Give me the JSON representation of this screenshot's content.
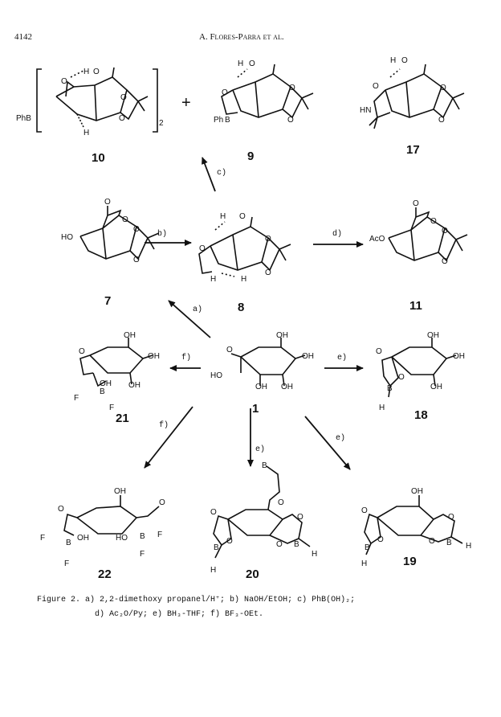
{
  "header": {
    "page_number": "4142",
    "authors": "A. Flores-Parra et al."
  },
  "compounds": {
    "c10": "10",
    "c9": "9",
    "c17": "17",
    "c7": "7",
    "c8": "8",
    "c11": "11",
    "c21": "21",
    "c1": "1",
    "c18": "18",
    "c22": "22",
    "c20": "20",
    "c19": "19"
  },
  "conditions": {
    "a": "a)",
    "b": "b)",
    "c": "c)",
    "d": "d)",
    "e1": "e)",
    "e2": "e)",
    "e3": "e)",
    "f1": "f)",
    "f2": "f)"
  },
  "atoms": {
    "PhB": "PhB",
    "H": "H",
    "O": "O",
    "HO": "HO",
    "OH": "OH",
    "AcO": "AcO",
    "HN": "HN",
    "B": "B",
    "F": "F",
    "Ph": "Ph",
    "z2": "2",
    "plus": "+"
  },
  "caption": {
    "line1": "Figure 2. a) 2,2-dimethoxy propanel/H⁺; b) NaOH/EtOH; c) PhB(OH)₂;",
    "line2": "d) Ac₂O/Py; e) BH₃-THF; f) BF₃-OEt."
  }
}
